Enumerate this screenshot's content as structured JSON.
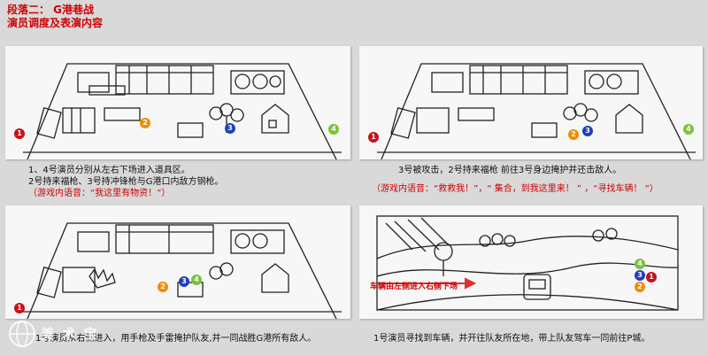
{
  "header": {
    "line1": "段落二： G港巷战",
    "line2": "演员调度及表演内容"
  },
  "panels": [
    {
      "badges": [
        "1",
        "2",
        "3",
        "4"
      ],
      "captions": [
        "1、4号演员分别从左右下场进入道具区。",
        "2号持来福枪、3号持冲锋枪与G港口内敌方钢枪。",
        "（游戏内语音：“我这里有物资！”）"
      ]
    },
    {
      "badges": [
        "1",
        "2",
        "3",
        "4"
      ],
      "captions": [
        "3号被攻击，2号持来福枪 前往3号身边掩护并还击敌人。",
        "（游戏内语音：“救救我！”，“ 集合，到我这里来！ ” ，“寻找车辆！ ”）"
      ]
    },
    {
      "badges": [
        "1",
        "2",
        "3",
        "4"
      ],
      "captions": [
        "1号演员从右侧进入，用手枪及手雷掩护队友,并一同战胜G港所有敌人。"
      ]
    },
    {
      "badges": [
        "1",
        "2",
        "3",
        "4"
      ],
      "arrow_label": "车辆由左侧进入右侧下场",
      "captions": [
        "1号演员寻找到车辆，并开往队友所在地，带上队友驾车一同前往P城。"
      ]
    }
  ],
  "watermark": {
    "text": "美 术 宝",
    "icon": "globe-logo-icon"
  },
  "colors": {
    "badge1": "#c8101b",
    "badge2": "#f08c00",
    "badge3": "#1f3fbf",
    "badge4": "#7bc23a",
    "accent": "#d00000"
  }
}
